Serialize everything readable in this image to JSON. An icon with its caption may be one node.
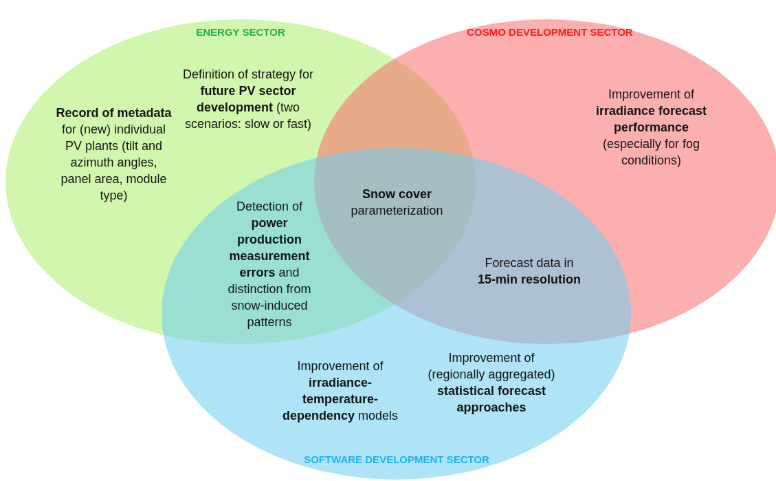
{
  "diagram": {
    "nodes": [
      {
        "text": [
          "ENERGY SECTOR",
          "**Record of metadata** for (new) individual PV plants (tilt and azimuth angles, panel area, module type)",
          "Definition of strategy for **future PV sector development** (two scenarios: slow or fast)"
        ]
      },
      {
        "text": [
          "COSMO DEVELOPMENT SECTOR",
          "Improvement of **irradiance forecast performance** (especially for fog conditions)"
        ]
      },
      {
        "text": [
          "Improvement of **irradiance-temperature-dependency** models",
          "Improvement of (regionally aggregated) **statistical forecast approaches**",
          "SOFTWARE DEVELOPMENT SECTOR"
        ]
      }
    ],
    "labels": [
      "**Snow cover** parameterization",
      "Detection of **power production measurement errors** and distinction from snow-induced patterns",
      "Forecast data in **15-min resolution**"
    ]
  }
}
